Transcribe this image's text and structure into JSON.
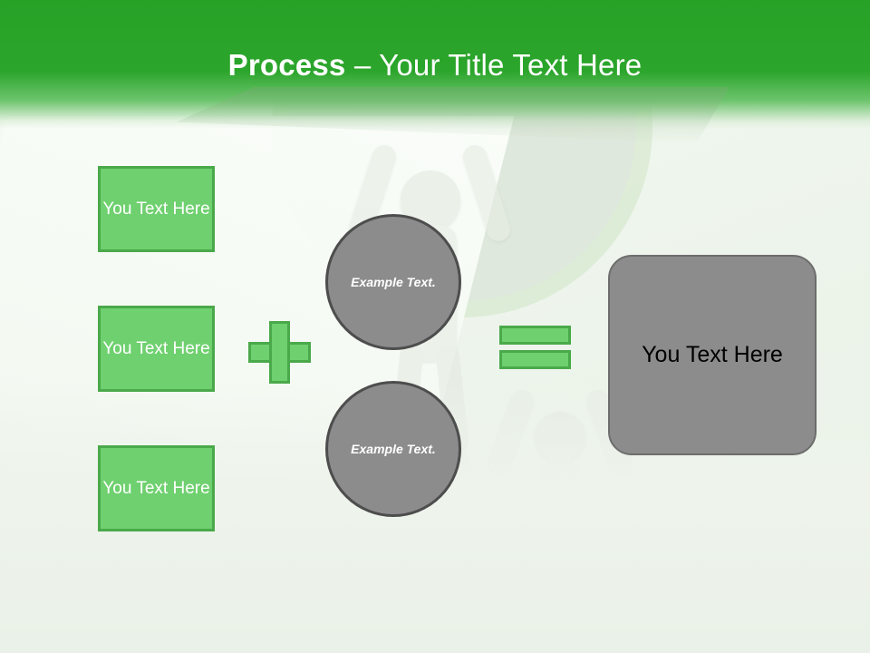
{
  "slide": {
    "title_strong": "Process",
    "title_rest": " – Your Title Text Here"
  },
  "inputs": {
    "boxes": [
      {
        "label": "You Text Here"
      },
      {
        "label": "You Text Here"
      },
      {
        "label": "You Text Here"
      }
    ]
  },
  "operators": {
    "plus": "+",
    "equals": "="
  },
  "circles": [
    {
      "label": "Example Text."
    },
    {
      "label": "Example Text."
    }
  ],
  "result": {
    "label": "You Text Here"
  },
  "colors": {
    "header_green": "#2ba52b",
    "box_fill_green": "#6fd06f",
    "box_border_green": "#4aa94a",
    "shape_gray": "#8c8c8c",
    "shape_border_gray": "#4d4d4d",
    "title_text": "#ffffff",
    "result_text": "#000000",
    "background": "#eef4ec"
  }
}
